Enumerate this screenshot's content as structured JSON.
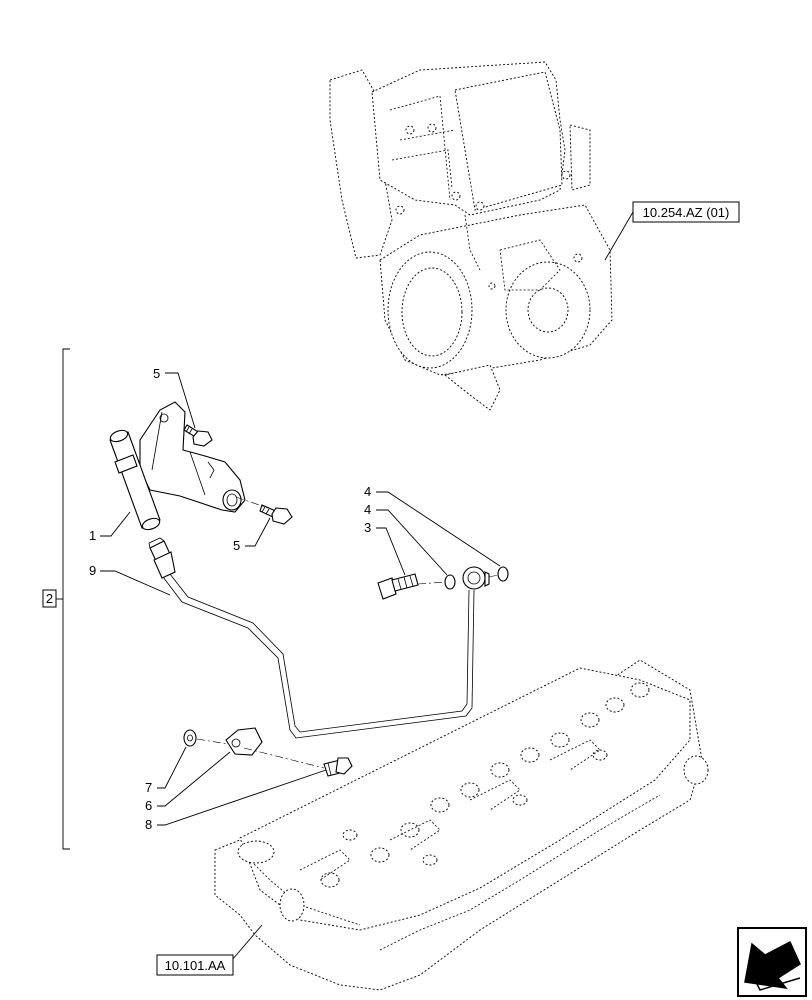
{
  "references": {
    "top_assembly": "10.254.AZ (01)",
    "bottom_assembly": "10.101.AA"
  },
  "group_label": "2",
  "callouts": {
    "c1": "1",
    "c3": "3",
    "c4a": "4",
    "c4b": "4",
    "c5a": "5",
    "c5b": "5",
    "c6": "6",
    "c7": "7",
    "c8": "8",
    "c9": "9"
  },
  "icons": {
    "corner": "navigation-arrow-icon"
  }
}
